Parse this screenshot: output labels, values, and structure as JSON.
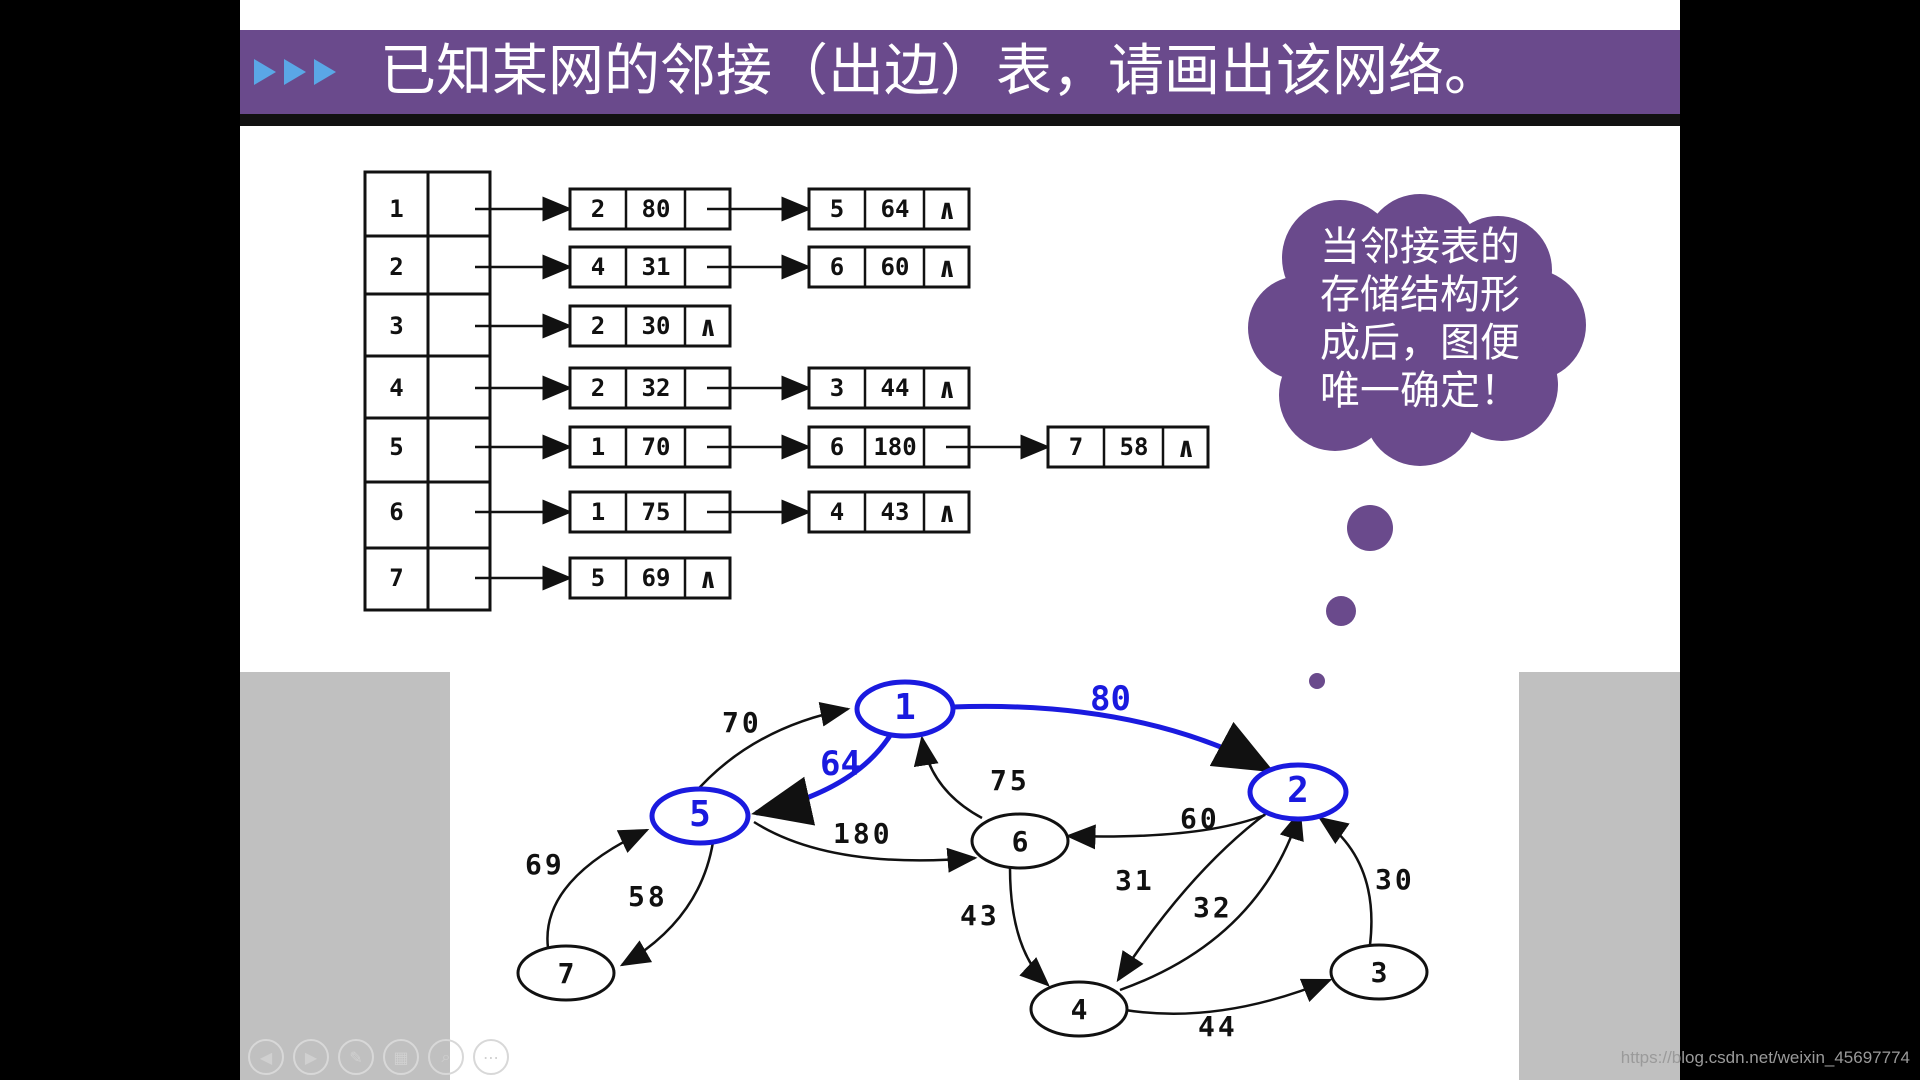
{
  "slide": {
    "title": "已知某网的邻接（出边）表，请画出该网络。",
    "thought_bubble": [
      "当邻接表的",
      "存储结构形",
      "成后，图便",
      "唯一确定！"
    ],
    "watermark": "https://blog.csdn.net/weixin_45697774",
    "nav_icons": [
      "previous-icon",
      "next-icon",
      "pen-icon",
      "slides-icon",
      "zoom-icon",
      "more-icon"
    ],
    "colors": {
      "title_bar": "#6a4a8c",
      "title_arrows": "#5aa7e6",
      "highlight": "#1a1adf",
      "bubble": "#6a4a8c"
    }
  },
  "adjacency_list": [
    {
      "head": "1",
      "edges": [
        {
          "to": "2",
          "weight": "80"
        },
        {
          "to": "5",
          "weight": "64"
        }
      ]
    },
    {
      "head": "2",
      "edges": [
        {
          "to": "4",
          "weight": "31"
        },
        {
          "to": "6",
          "weight": "60"
        }
      ]
    },
    {
      "head": "3",
      "edges": [
        {
          "to": "2",
          "weight": "30"
        }
      ]
    },
    {
      "head": "4",
      "edges": [
        {
          "to": "2",
          "weight": "32"
        },
        {
          "to": "3",
          "weight": "44"
        }
      ]
    },
    {
      "head": "5",
      "edges": [
        {
          "to": "1",
          "weight": "70"
        },
        {
          "to": "6",
          "weight": "180"
        },
        {
          "to": "7",
          "weight": "58"
        }
      ]
    },
    {
      "head": "6",
      "edges": [
        {
          "to": "1",
          "weight": "75"
        },
        {
          "to": "4",
          "weight": "43"
        }
      ]
    },
    {
      "head": "7",
      "edges": [
        {
          "to": "5",
          "weight": "69"
        }
      ]
    }
  ],
  "null_symbol": "∧",
  "graph": {
    "nodes": [
      "1",
      "2",
      "3",
      "4",
      "5",
      "6",
      "7"
    ],
    "highlighted_nodes": [
      "1",
      "2",
      "5"
    ],
    "edge_labels": [
      "70",
      "64",
      "80",
      "75",
      "180",
      "60",
      "69",
      "58",
      "31",
      "32",
      "43",
      "30",
      "44"
    ],
    "highlighted_edge_labels": [
      "64",
      "80"
    ]
  }
}
